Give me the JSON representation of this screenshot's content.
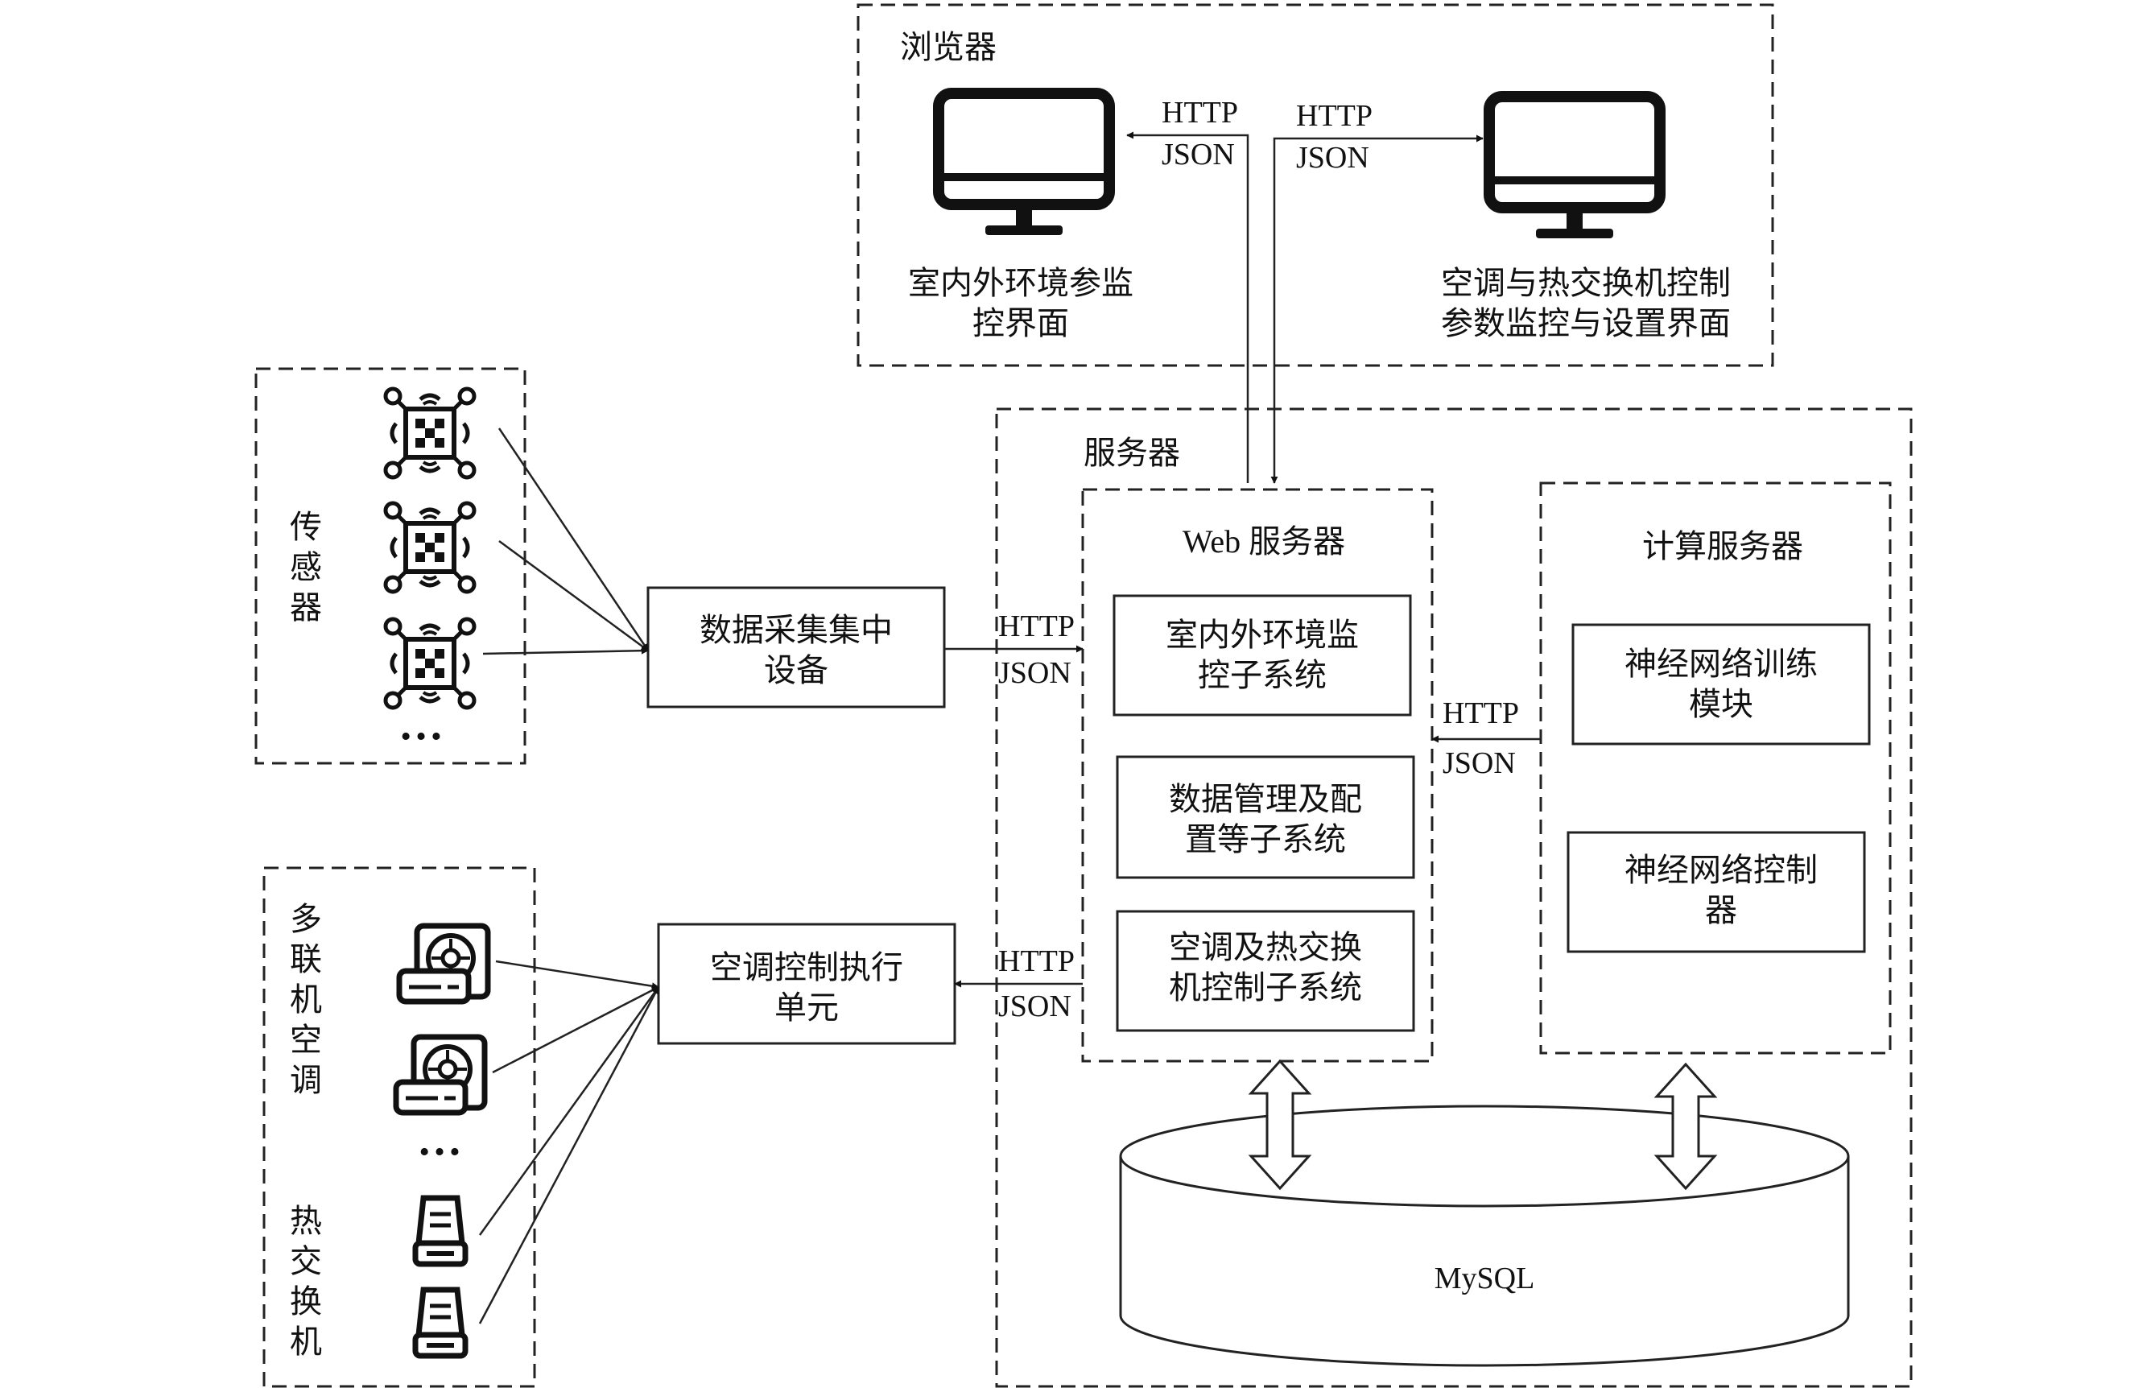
{
  "browser": {
    "title": "浏览器",
    "monitor_left": {
      "caption_lines": [
        "室内外环境参监",
        "控界面"
      ]
    },
    "monitor_right": {
      "caption_lines": [
        "空调与热交换机控制",
        "参数监控与设置界面"
      ]
    },
    "protocol_left": [
      "HTTP",
      "JSON"
    ],
    "protocol_right": [
      "HTTP",
      "JSON"
    ]
  },
  "sensors": {
    "label_chars": [
      "传",
      "感",
      "器"
    ],
    "ellipsis": "…"
  },
  "collector": {
    "lines": [
      "数据采集集中",
      "设备"
    ]
  },
  "devices": {
    "ac_label_chars": [
      "多",
      "联",
      "机",
      "空",
      "调"
    ],
    "hx_label_chars": [
      "热",
      "交",
      "换",
      "机"
    ],
    "ellipsis": "…"
  },
  "executor": {
    "lines": [
      "空调控制执行",
      "单元"
    ]
  },
  "server": {
    "title": "服务器",
    "web": {
      "title": "Web 服务器",
      "subsystems": [
        {
          "lines": [
            "室内外环境监",
            "控子系统"
          ]
        },
        {
          "lines": [
            "数据管理及配",
            "置等子系统"
          ]
        },
        {
          "lines": [
            "空调及热交换",
            "机控制子系统"
          ]
        }
      ]
    },
    "compute": {
      "title": "计算服务器",
      "modules": [
        {
          "lines": [
            "神经网络训练",
            "模块"
          ]
        },
        {
          "lines": [
            "神经网络控制",
            "器"
          ]
        }
      ]
    },
    "database": {
      "label": "MySQL"
    }
  },
  "links": {
    "collector_to_web": [
      "HTTP",
      "JSON"
    ],
    "web_to_executor": [
      "HTTP",
      "JSON"
    ],
    "compute_to_web": [
      "HTTP",
      "JSON"
    ]
  }
}
